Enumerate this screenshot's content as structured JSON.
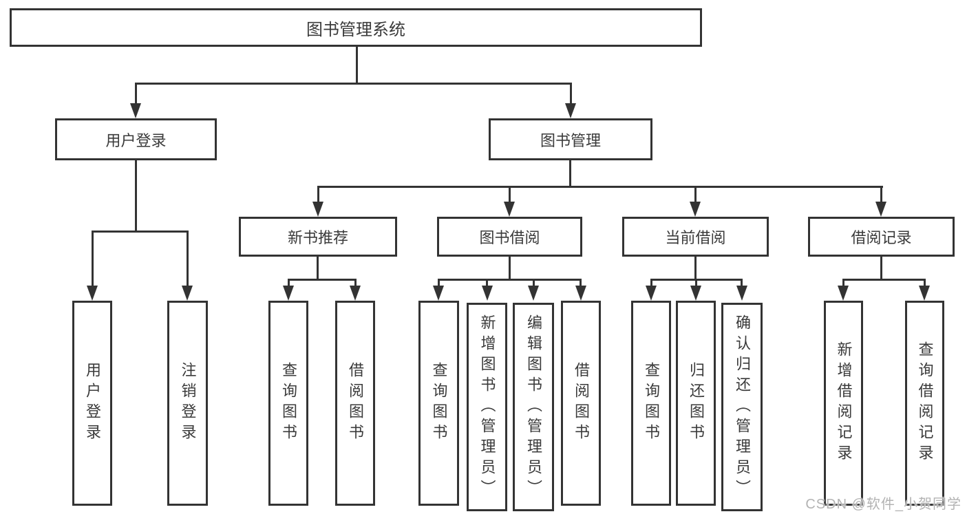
{
  "colors": {
    "background": "#ffffff",
    "line": "#333333",
    "border": "#333333",
    "text": "#3a3a3a",
    "watermark": "#b3b3b3"
  },
  "nodes": {
    "root": {
      "label": "图书管理系统"
    },
    "user_login": {
      "label": "用户登录"
    },
    "book_management": {
      "label": "图书管理"
    },
    "new_book_recommend": {
      "label": "新书推荐"
    },
    "book_borrow": {
      "label": "图书借阅"
    },
    "current_borrow": {
      "label": "当前借阅"
    },
    "borrow_records": {
      "label": "借阅记录"
    },
    "leaf_user_login": {
      "label": "用户登录"
    },
    "leaf_logout": {
      "label": "注销登录"
    },
    "leaf_query_book_recommend": {
      "label": "查询图书"
    },
    "leaf_borrow_book_recommend": {
      "label": "借阅图书"
    },
    "leaf_query_book_borrow": {
      "label": "查询图书"
    },
    "leaf_add_book_admin": {
      "label": "新增图书（管理员）"
    },
    "leaf_edit_book_admin": {
      "label": "编辑图书（管理员）"
    },
    "leaf_borrow_book_borrow": {
      "label": "借阅图书"
    },
    "leaf_query_book_current": {
      "label": "查询图书"
    },
    "leaf_return_book": {
      "label": "归还图书"
    },
    "leaf_confirm_return_admin": {
      "label": "确认归还（管理员）"
    },
    "leaf_add_borrow_record": {
      "label": "新增借阅记录"
    },
    "leaf_query_borrow_record": {
      "label": "查询借阅记录"
    }
  },
  "watermark": "CSDN @软件_小贺同学"
}
